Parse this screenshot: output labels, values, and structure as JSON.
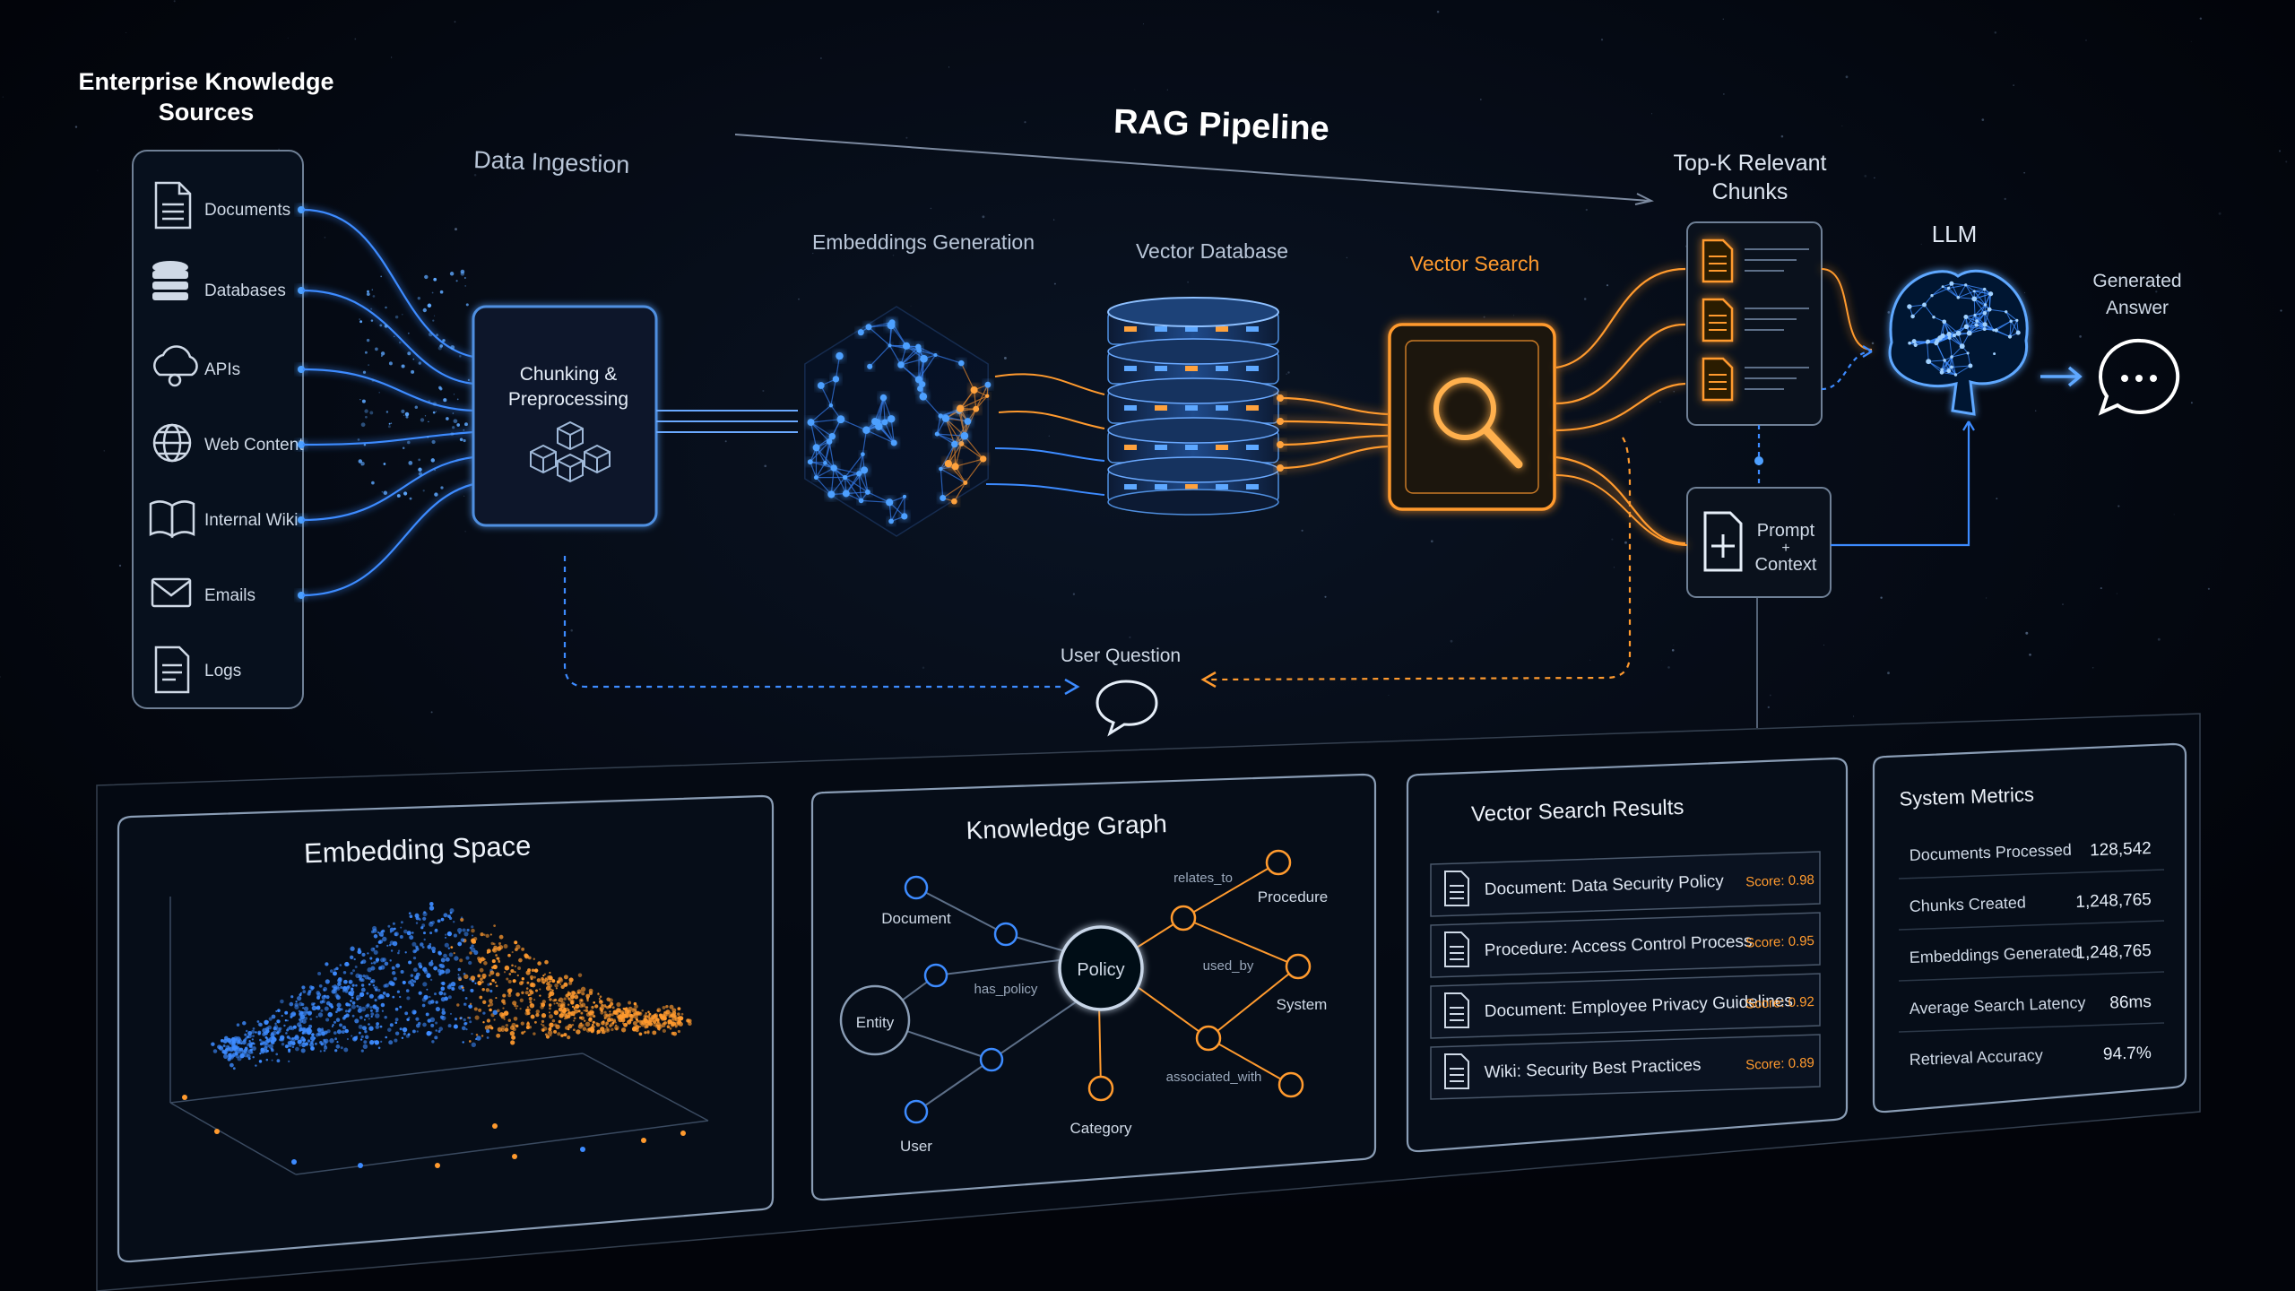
{
  "colors": {
    "background": "#03060d",
    "blue": "#3d8bff",
    "orange": "#ff9a2e",
    "text": "#dfe7f2",
    "muted": "#9aa8bb",
    "panel_stroke": "#8a9db5"
  },
  "sources": {
    "title_line1": "Enterprise Knowledge",
    "title_line2": "Sources",
    "items": [
      {
        "label": "Documents",
        "icon": "document-icon"
      },
      {
        "label": "Databases",
        "icon": "database-icon"
      },
      {
        "label": "APIs",
        "icon": "cloud-api-icon"
      },
      {
        "label": "Web Content",
        "icon": "globe-icon"
      },
      {
        "label": "Internal Wiki",
        "icon": "book-icon"
      },
      {
        "label": "Emails",
        "icon": "envelope-icon"
      },
      {
        "label": "Logs",
        "icon": "log-file-icon"
      }
    ]
  },
  "pipeline": {
    "title": "RAG Pipeline",
    "data_ingestion": "Data Ingestion",
    "chunking_line1": "Chunking &",
    "chunking_line2": "Preprocessing",
    "embeddings": "Embeddings Generation",
    "vector_db": "Vector Database",
    "vector_search": "Vector Search",
    "topk_line1": "Top-K Relevant",
    "topk_line2": "Chunks",
    "llm": "LLM",
    "answer_line1": "Generated",
    "answer_line2": "Answer",
    "prompt_line1": "Prompt",
    "prompt_plus": "+",
    "prompt_line2": "Context",
    "user_question": "User Question"
  },
  "embedding_space": {
    "title": "Embedding Space"
  },
  "knowledge_graph": {
    "title": "Knowledge Graph",
    "nodes": {
      "document": "Document",
      "entity": "Entity",
      "policy": "Policy",
      "user": "User",
      "category": "Category",
      "procedure": "Procedure",
      "system": "System"
    },
    "edges": {
      "has_policy": "has_policy",
      "relates_to": "relates_to",
      "used_by": "used_by",
      "associated_with": "associated_with"
    }
  },
  "vector_results": {
    "title": "Vector Search Results",
    "rows": [
      {
        "label": "Document: Data Security Policy",
        "score": "Score: 0.98"
      },
      {
        "label": "Procedure: Access Control Process",
        "score": "Score: 0.95"
      },
      {
        "label": "Document: Employee Privacy Guidelines",
        "score": "Score: 0.92"
      },
      {
        "label": "Wiki: Security Best Practices",
        "score": "Score: 0.89"
      }
    ]
  },
  "metrics": {
    "title": "System Metrics",
    "rows": [
      {
        "label": "Documents Processed",
        "value": "128,542"
      },
      {
        "label": "Chunks Created",
        "value": "1,248,765"
      },
      {
        "label": "Embeddings Generated",
        "value": "1,248,765"
      },
      {
        "label": "Average Search Latency",
        "value": "86ms"
      },
      {
        "label": "Retrieval Accuracy",
        "value": "94.7%"
      }
    ]
  }
}
